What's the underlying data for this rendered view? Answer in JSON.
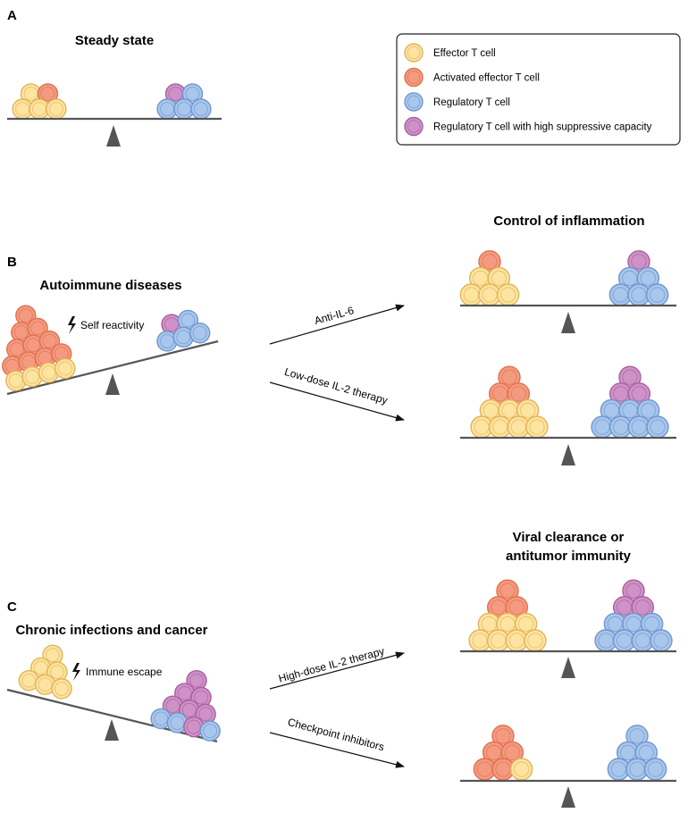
{
  "legend": {
    "items": [
      {
        "label": "Effector T cell",
        "cell": "effector"
      },
      {
        "label": "Activated effector T cell",
        "cell": "activated"
      },
      {
        "label": "Regulatory T cell",
        "cell": "treg"
      },
      {
        "label": "Regulatory T cell with high suppressive capacity",
        "cell": "treg_high"
      }
    ]
  },
  "colors": {
    "effector_fill": "#fde4a0",
    "effector_stroke": "#e3b45a",
    "activated_fill": "#f49a80",
    "activated_stroke": "#e0714f",
    "treg_fill": "#a9c6ec",
    "treg_stroke": "#6f97cf",
    "treg_high_fill": "#cf92c8",
    "treg_high_stroke": "#a8609e",
    "beam": "#555555",
    "fulcrum": "#555555"
  },
  "panel_a": {
    "letter": "A",
    "title": "Steady state"
  },
  "panel_b": {
    "letter": "B",
    "title": "Autoimmune diseases",
    "trigger": "Self reactivity",
    "trigger_icon": "lightning-icon",
    "outcome_title": "Control of inflammation",
    "arrow_1": "Anti-IL-6",
    "arrow_2": "Low-dose IL-2 therapy"
  },
  "panel_c": {
    "letter": "C",
    "title": "Chronic infections and cancer",
    "trigger": "Immune escape",
    "trigger_icon": "lightning-icon",
    "outcome_title_line1": "Viral clearance or",
    "outcome_title_line2": "antitumor immunity",
    "arrow_1": "High-dose IL-2 therapy",
    "arrow_2": "Checkpoint inhibitors"
  }
}
